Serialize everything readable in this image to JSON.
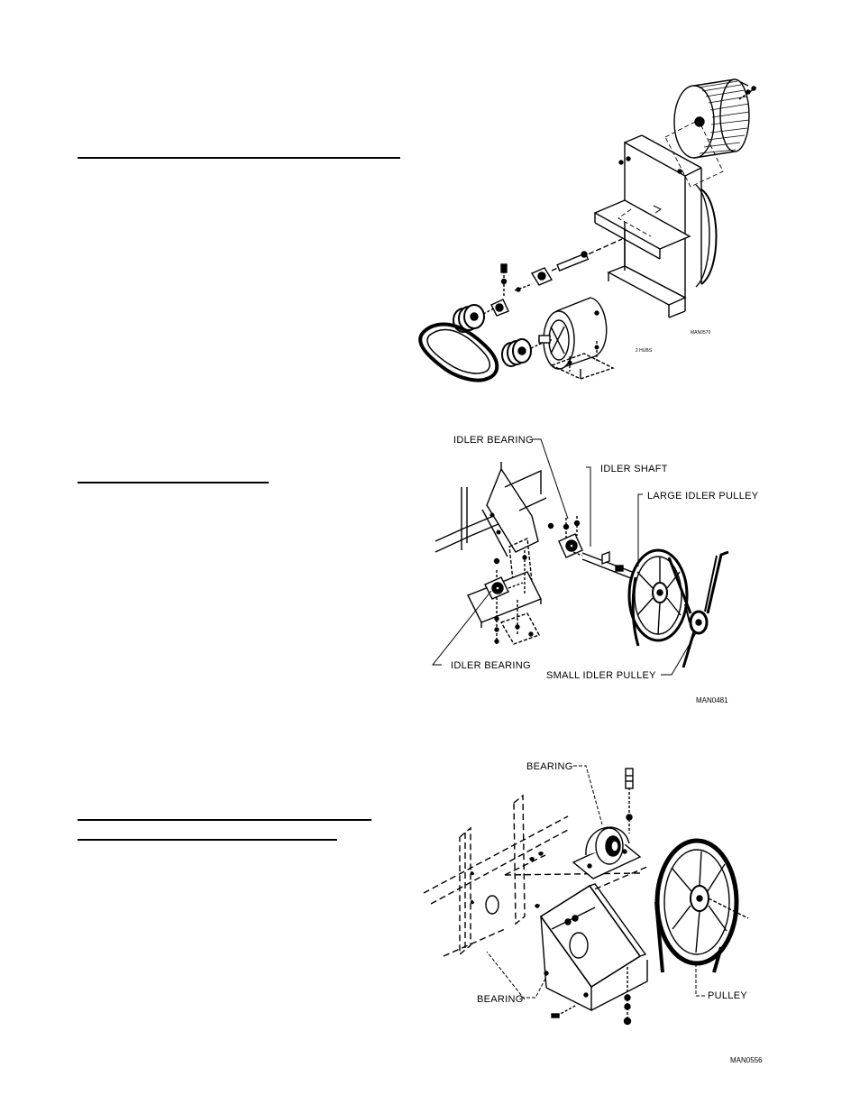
{
  "page": {
    "rules": [
      {
        "id": "rule-1"
      },
      {
        "id": "rule-2"
      },
      {
        "id": "rule-3"
      },
      {
        "id": "rule-4"
      }
    ]
  },
  "figure1": {
    "callout": "2 HUBS",
    "figure_id": "MAN0570"
  },
  "figure2": {
    "labels": {
      "idler_bearing_top": "IDLER BEARING",
      "idler_shaft": "IDLER SHAFT",
      "large_idler_pulley": "LARGE IDLER PULLEY",
      "idler_bearing_bottom": "IDLER BEARING",
      "small_idler_pulley": "SMALL IDLER PULLEY"
    },
    "figure_id": "MAN0481"
  },
  "figure3": {
    "labels": {
      "bearing_top": "BEARING",
      "bearing_bottom": "BEARING",
      "pulley": "PULLEY"
    },
    "figure_id": "MAN0556"
  }
}
